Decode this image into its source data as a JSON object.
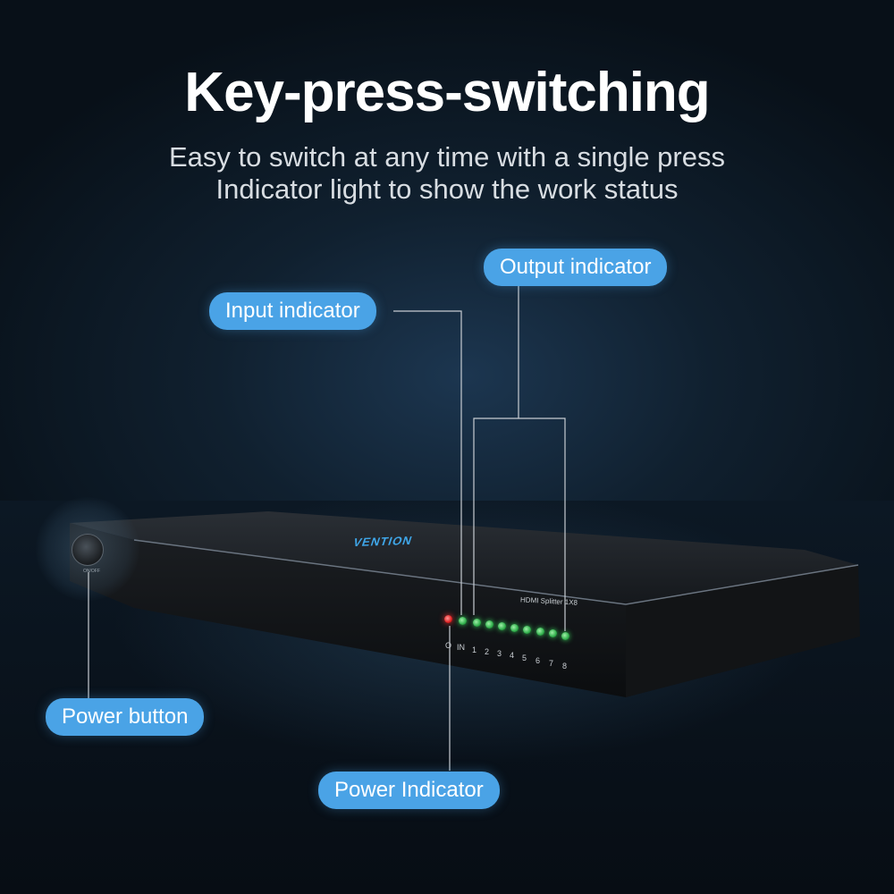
{
  "heading": {
    "title": "Key-press-switching",
    "line1": "Easy to switch at any time with a single press",
    "line2": "Indicator light to show the work status"
  },
  "callouts": {
    "output": "Output indicator",
    "input": "Input indicator",
    "power_button": "Power button",
    "power_indicator": "Power Indicator"
  },
  "device": {
    "brand": "VENTION",
    "model": "HDMI Splitter   1X8",
    "power_symbol": "O",
    "input_label": "IN",
    "port_labels": [
      "1",
      "2",
      "3",
      "4",
      "5",
      "6",
      "7",
      "8"
    ],
    "button_label": "ON/OFF"
  },
  "colors": {
    "callout": "#4aa3e6",
    "led_green": "#38d05a",
    "led_red": "#ff3030"
  }
}
